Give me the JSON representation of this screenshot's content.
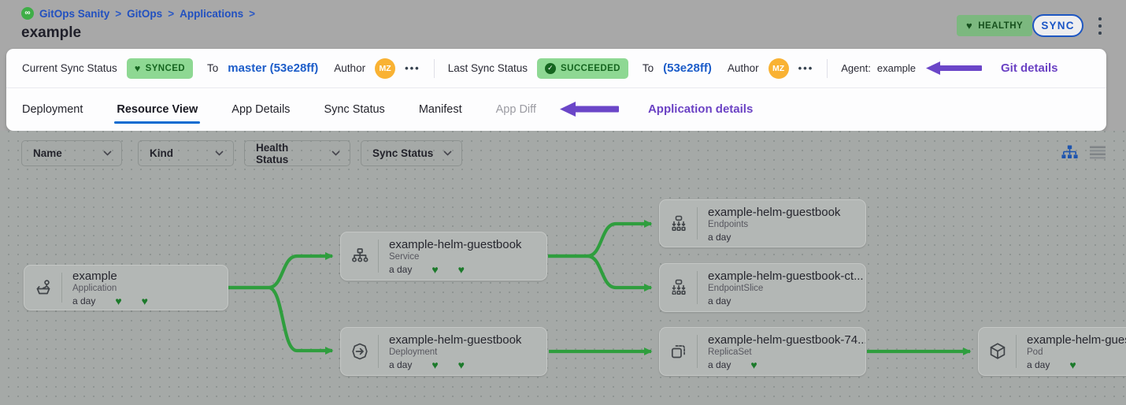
{
  "icons": {
    "heart": "♥",
    "check": "✓",
    "more": "•••",
    "gitops": "∞"
  },
  "colors": {
    "accent_blue": "#0b6bd0",
    "link_blue": "#1d5dc9",
    "badge_green_bg": "#8ed893",
    "badge_green_text": "#15651f",
    "healthy_badge_bg": "#7cb87f",
    "edge_green": "#2f9e3e",
    "annotation_purple": "#6b42c4",
    "avatar_orange": "#f9b233"
  },
  "header": {
    "breadcrumb": {
      "items": [
        "GitOps Sanity",
        "GitOps",
        "Applications"
      ],
      "separator": ">"
    },
    "title": "example",
    "health_badge": "HEALTHY",
    "sync_button": "SYNC"
  },
  "status_bar": {
    "sections": [
      {
        "label": "Current Sync Status",
        "badge": "SYNCED",
        "to": "To",
        "revision": "master (53e28ff)",
        "author_label": "Author",
        "avatar": "MZ"
      },
      {
        "label": "Last Sync Status",
        "badge": "SUCCEEDED",
        "to": "To",
        "revision": "(53e28ff)",
        "author_label": "Author",
        "avatar": "MZ"
      }
    ],
    "agent_label": "Agent:",
    "agent_value": "example",
    "annotation": "Git details"
  },
  "tabs": {
    "items": [
      {
        "label": "Deployment",
        "state": "normal"
      },
      {
        "label": "Resource View",
        "state": "active"
      },
      {
        "label": "App Details",
        "state": "normal"
      },
      {
        "label": "Sync Status",
        "state": "normal"
      },
      {
        "label": "Manifest",
        "state": "normal"
      },
      {
        "label": "App Diff",
        "state": "disabled"
      }
    ],
    "annotation": "Application details"
  },
  "filters": {
    "dropdowns": [
      {
        "label": "Name"
      },
      {
        "label": "Kind"
      },
      {
        "label": "Health Status"
      },
      {
        "label": "Sync Status"
      }
    ]
  },
  "graph": {
    "nodes": [
      {
        "title": "example",
        "kind": "Application",
        "age": "a day",
        "health_hearts": 2
      },
      {
        "title": "example-helm-guestbook",
        "kind": "Service",
        "age": "a day",
        "health_hearts": 2
      },
      {
        "title": "example-helm-guestbook",
        "kind": "Deployment",
        "age": "a day",
        "health_hearts": 2
      },
      {
        "title": "example-helm-guestbook",
        "kind": "Endpoints",
        "age": "a day",
        "health_hearts": 0
      },
      {
        "title": "example-helm-guestbook-ct...",
        "kind": "EndpointSlice",
        "age": "a day",
        "health_hearts": 0
      },
      {
        "title": "example-helm-guestbook-74...",
        "kind": "ReplicaSet",
        "age": "a day",
        "health_hearts": 1
      },
      {
        "title": "example-helm-guest",
        "kind": "Pod",
        "age": "a day",
        "health_hearts": 1
      }
    ]
  }
}
